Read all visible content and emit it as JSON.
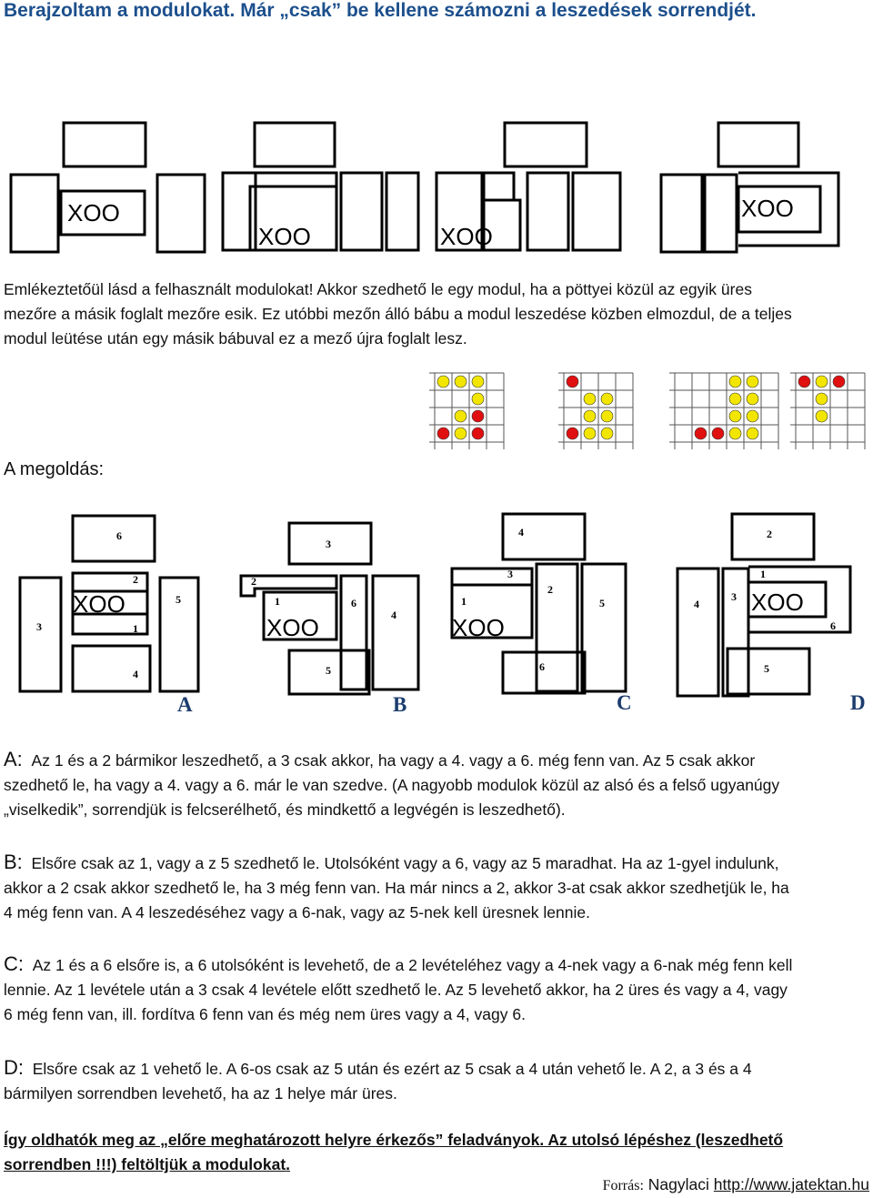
{
  "title": "Berajzoltam a modulokat. Már „csak” be kellene számozni a leszedések sorrendjét.",
  "reminder": {
    "line1": "Emlékeztetőül lásd a felhasznált modulokat!  Akkor szedhető le egy modul, ha a pöttyei közül az egyik üres",
    "line2": "mezőre a másik foglalt mezőre esik. Ez utóbbi mezőn álló bábu a modul leszedése közben elmozdul, de a teljes",
    "line3": "modul leütése után egy másik bábuval ez a mező újra foglalt lesz."
  },
  "solution_heading": "A megoldás:",
  "puzzle_marks": [
    "XOO",
    "XOO",
    "XOO",
    "XOO"
  ],
  "solution_marks": [
    "XOO",
    "XOO",
    "XOO",
    "XOO"
  ],
  "solution_numbers": {
    "a": [
      "6",
      "2",
      "5",
      "3",
      "1",
      "4"
    ],
    "b": [
      "3",
      "2",
      "1",
      "6",
      "4",
      "5"
    ],
    "c": [
      "4",
      "3",
      "2",
      "1",
      "5",
      "6"
    ],
    "d": [
      "2",
      "1",
      "4",
      "3",
      "6",
      "5"
    ]
  },
  "labels": [
    "A",
    "B",
    "C",
    "D"
  ],
  "module_colors": {
    "yellow": "#f2e600",
    "red": "#e01010",
    "grid": "#555555"
  },
  "answers": {
    "a": {
      "letter": "A:",
      "line1": "Az 1 és a 2 bármikor leszedhető, a 3 csak akkor, ha vagy a 4. vagy a 6. még fenn van. Az 5 csak akkor",
      "line2": "szedhető le, ha vagy a 4. vagy a 6. már le van szedve. (A nagyobb modulok közül az alsó és a felső ugyanúgy",
      "line3": "„viselkedik”, sorrendjük is felcserélhető, és mindkettő a legvégén is leszedhető)."
    },
    "b": {
      "letter": "B:",
      "line1": "Elsőre csak az 1, vagy a z 5 szedhető le. Utolsóként vagy a 6, vagy az 5 maradhat. Ha az 1-gyel indulunk,",
      "line2": "akkor a 2 csak akkor szedhető le, ha 3 még fenn van. Ha már nincs a 2, akkor 3-at csak akkor szedhetjük le, ha",
      "line3": "4 még fenn van. A 4 leszedéséhez vagy a 6-nak, vagy az 5-nek kell üresnek lennie."
    },
    "c": {
      "letter": "C:",
      "line1": "Az 1 és a 6 elsőre is, a 6 utolsóként is levehető, de a 2 levételéhez vagy a 4-nek vagy a 6-nak még fenn kell",
      "line2": "lennie. Az 1 levétele után a 3 csak 4 levétele előtt szedhető le. Az 5 levehető akkor, ha 2 üres és vagy a 4, vagy",
      "line3": "6 még fenn van, ill. fordítva 6 fenn van és még nem üres vagy a 4, vagy 6."
    },
    "d": {
      "letter": "D:",
      "line1": "Elsőre csak az 1 vehető le. A 6-os csak az 5 után és ezért az 5 csak a 4 után vehető le. A 2, a 3 és a 4",
      "line2": "bármilyen sorrendben levehető, ha az 1 helye már üres."
    }
  },
  "final_note": {
    "line1": "Így oldhatók meg az „előre meghatározott helyre érkezős” feladványok. Az utolsó lépéshez (leszedhető",
    "line2": "sorrendben !!!) feltöltjük a modulokat."
  },
  "source": {
    "label": "Forrás:",
    "author": "Nagylaci",
    "url": "http://www.jatektan.hu"
  }
}
